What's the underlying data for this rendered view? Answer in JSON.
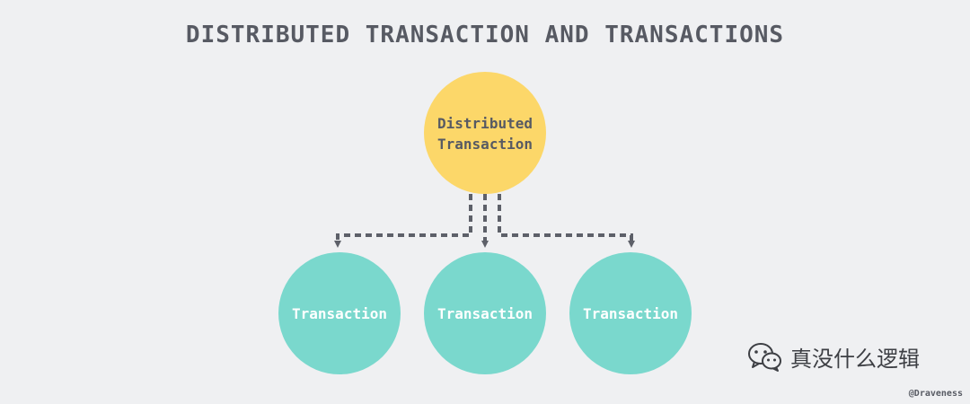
{
  "title": "DISTRIBUTED TRANSACTION AND TRANSACTIONS",
  "nodes": {
    "parent": {
      "line1": "Distributed",
      "line2": "Transaction"
    },
    "children": [
      {
        "label": "Transaction"
      },
      {
        "label": "Transaction"
      },
      {
        "label": "Transaction"
      }
    ]
  },
  "watermark": {
    "text": "真没什么逻辑",
    "icon": "wechat-icon"
  },
  "credit": "@Draveness",
  "colors": {
    "background": "#eff0f2",
    "parent_fill": "#fcd769",
    "child_fill": "#7ad8cd",
    "arrow": "#5d6069",
    "text_dark": "#575a63"
  }
}
